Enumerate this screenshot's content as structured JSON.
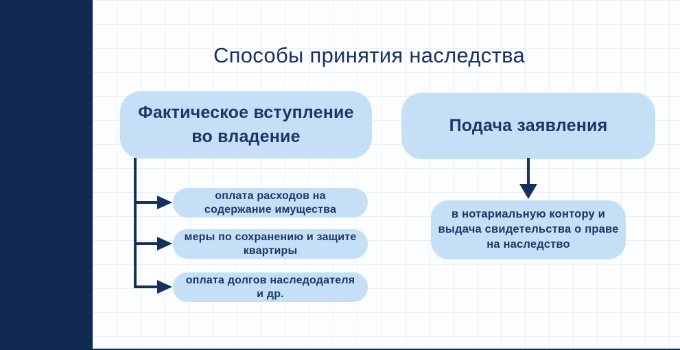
{
  "page": {
    "title": "Способы принятия наследства"
  },
  "colors": {
    "sidebar_navy": "#112a52",
    "box_fill": "#c5e0f6",
    "text_navy": "#1c3666",
    "title_navy": "#1b3160",
    "arrow_navy": "#16305e"
  },
  "diagram": {
    "left_branch": {
      "title": "Фактическое вступление\nво владение",
      "items": [
        "оплата расходов на\nсодержание имущества",
        "меры по сохранению и защите\nквартиры",
        "оплата долгов наследодателя\nи др."
      ]
    },
    "right_branch": {
      "title": "Подача заявления",
      "items": [
        "в нотариальную контору и\nвыдача свидетельства о праве\nна наследство"
      ]
    }
  }
}
